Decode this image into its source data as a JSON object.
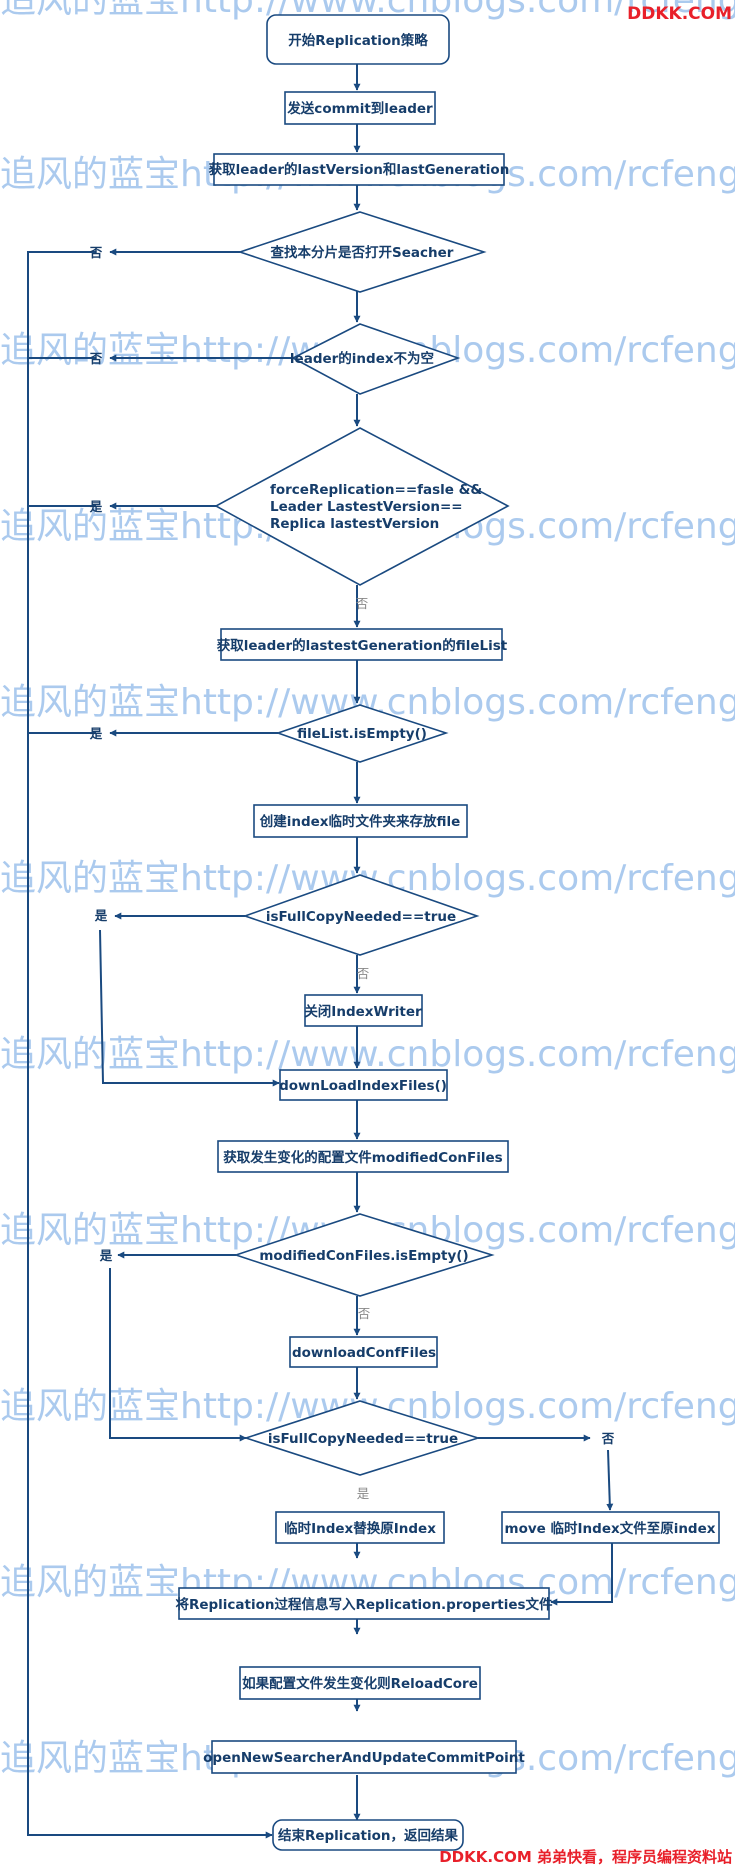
{
  "brand": {
    "top": "DDKK.COM",
    "bottom": "DDKK.COM 弟弟快看，程序员编程资料站",
    "color": "#e8202a"
  },
  "watermark": {
    "text": "追风的蓝宝http://www.cnblogs.com/rcfeng/",
    "color": "#8cb7e8"
  },
  "colors": {
    "stroke": "#1a4a80",
    "text": "#163d6a",
    "gray_label": "#888888"
  },
  "nodes": {
    "start": "开始Replication策略",
    "send_commit": "发送commit到leader",
    "get_version": "获取leader的lastVersion和lastGeneration",
    "check_searcher": "查找本分片是否打开Seacher",
    "leader_index": "leader的index不为空",
    "force_line1": "forceReplication==fasle &&",
    "force_line2": "Leader LastestVersion==",
    "force_line3": "Replica lastestVersion",
    "get_filelist": "获取leader的lastestGeneration的fileList",
    "filelist_empty": "fileList.isEmpty()",
    "create_tmp": "创建index临时文件夹来存放file",
    "fullcopy1": "isFullCopyNeeded==true",
    "close_writer": "关闭IndexWriter",
    "download_index": "downLoadIndexFiles()",
    "get_conf": "获取发生变化的配置文件modifiedConFiles",
    "conf_empty": "modifiedConFiles.isEmpty()",
    "download_conf": "downloadConfFiles",
    "fullcopy2": "isFullCopyNeeded==true",
    "replace_index": "临时Index替换原Index",
    "move_index": "move 临时Index文件至原index",
    "write_props": "将Replication过程信息写入Replication.properties文件",
    "reload_core": "如果配置文件发生变化则ReloadCore",
    "open_searcher": "openNewSearcherAndUpdateCommitPoint",
    "end": "结束Replication，返回结果"
  },
  "edge_labels": {
    "no_1": "否",
    "no_2": "否",
    "yes_3": "是",
    "no_3": "否",
    "yes_4": "是",
    "yes_5": "是",
    "no_5": "否",
    "yes_6": "是",
    "no_6": "否",
    "yes_7": "是",
    "no_7": "否"
  }
}
